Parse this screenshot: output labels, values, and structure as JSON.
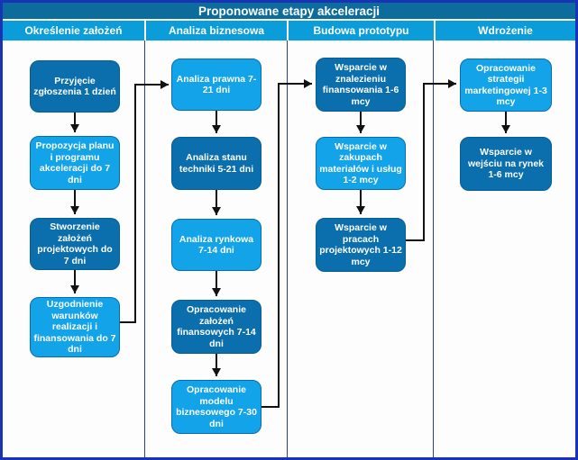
{
  "title": "Proponowane etapy akceleracji",
  "colors": {
    "outer_border": "#1834b5",
    "title_bar": "#0c6d9c",
    "column_header": "#0a9dd9",
    "column_separator": "#2c3e93",
    "box_dark": "#0b6fae",
    "box_light": "#12a3e8",
    "box_text": "#ffffff",
    "arrow": "#111111",
    "background": "#fdfdfd"
  },
  "columns": [
    {
      "header": "Określenie założeń",
      "boxes": [
        {
          "label": "Przyjęcie zgłoszenia 1 dzień",
          "tone": "dark"
        },
        {
          "label": "Propozycja planu i programu akceleracji do 7 dni",
          "tone": "light"
        },
        {
          "label": "Stworzenie założeń projektowych do 7 dni",
          "tone": "dark"
        },
        {
          "label": "Uzgodnienie warunków realizacji i finansowania do 7 dni",
          "tone": "light"
        }
      ]
    },
    {
      "header": "Analiza biznesowa",
      "boxes": [
        {
          "label": "Analiza prawna 7-21 dni",
          "tone": "light"
        },
        {
          "label": "Analiza stanu techniki 5-21 dni",
          "tone": "dark"
        },
        {
          "label": "Analiza rynkowa 7-14 dni",
          "tone": "light"
        },
        {
          "label": "Opracowanie założeń finansowych 7-14 dni",
          "tone": "dark"
        },
        {
          "label": "Opracowanie modelu biznesowego 7-30 dni",
          "tone": "light"
        }
      ]
    },
    {
      "header": "Budowa prototypu",
      "boxes": [
        {
          "label": "Wsparcie w znalezieniu finansowania 1-6 mcy",
          "tone": "dark"
        },
        {
          "label": "Wsparcie w zakupach materiałów i usług 1-2 mcy",
          "tone": "light"
        },
        {
          "label": "Wsparcie w pracach projektowych 1-12 mcy",
          "tone": "dark"
        }
      ]
    },
    {
      "header": "Wdrożenie",
      "boxes": [
        {
          "label": "Opracowanie strategii marketingowej 1-3 mcy",
          "tone": "light"
        },
        {
          "label": "Wsparcie w wejściu na rynek 1-6 mcy",
          "tone": "dark"
        }
      ]
    }
  ]
}
